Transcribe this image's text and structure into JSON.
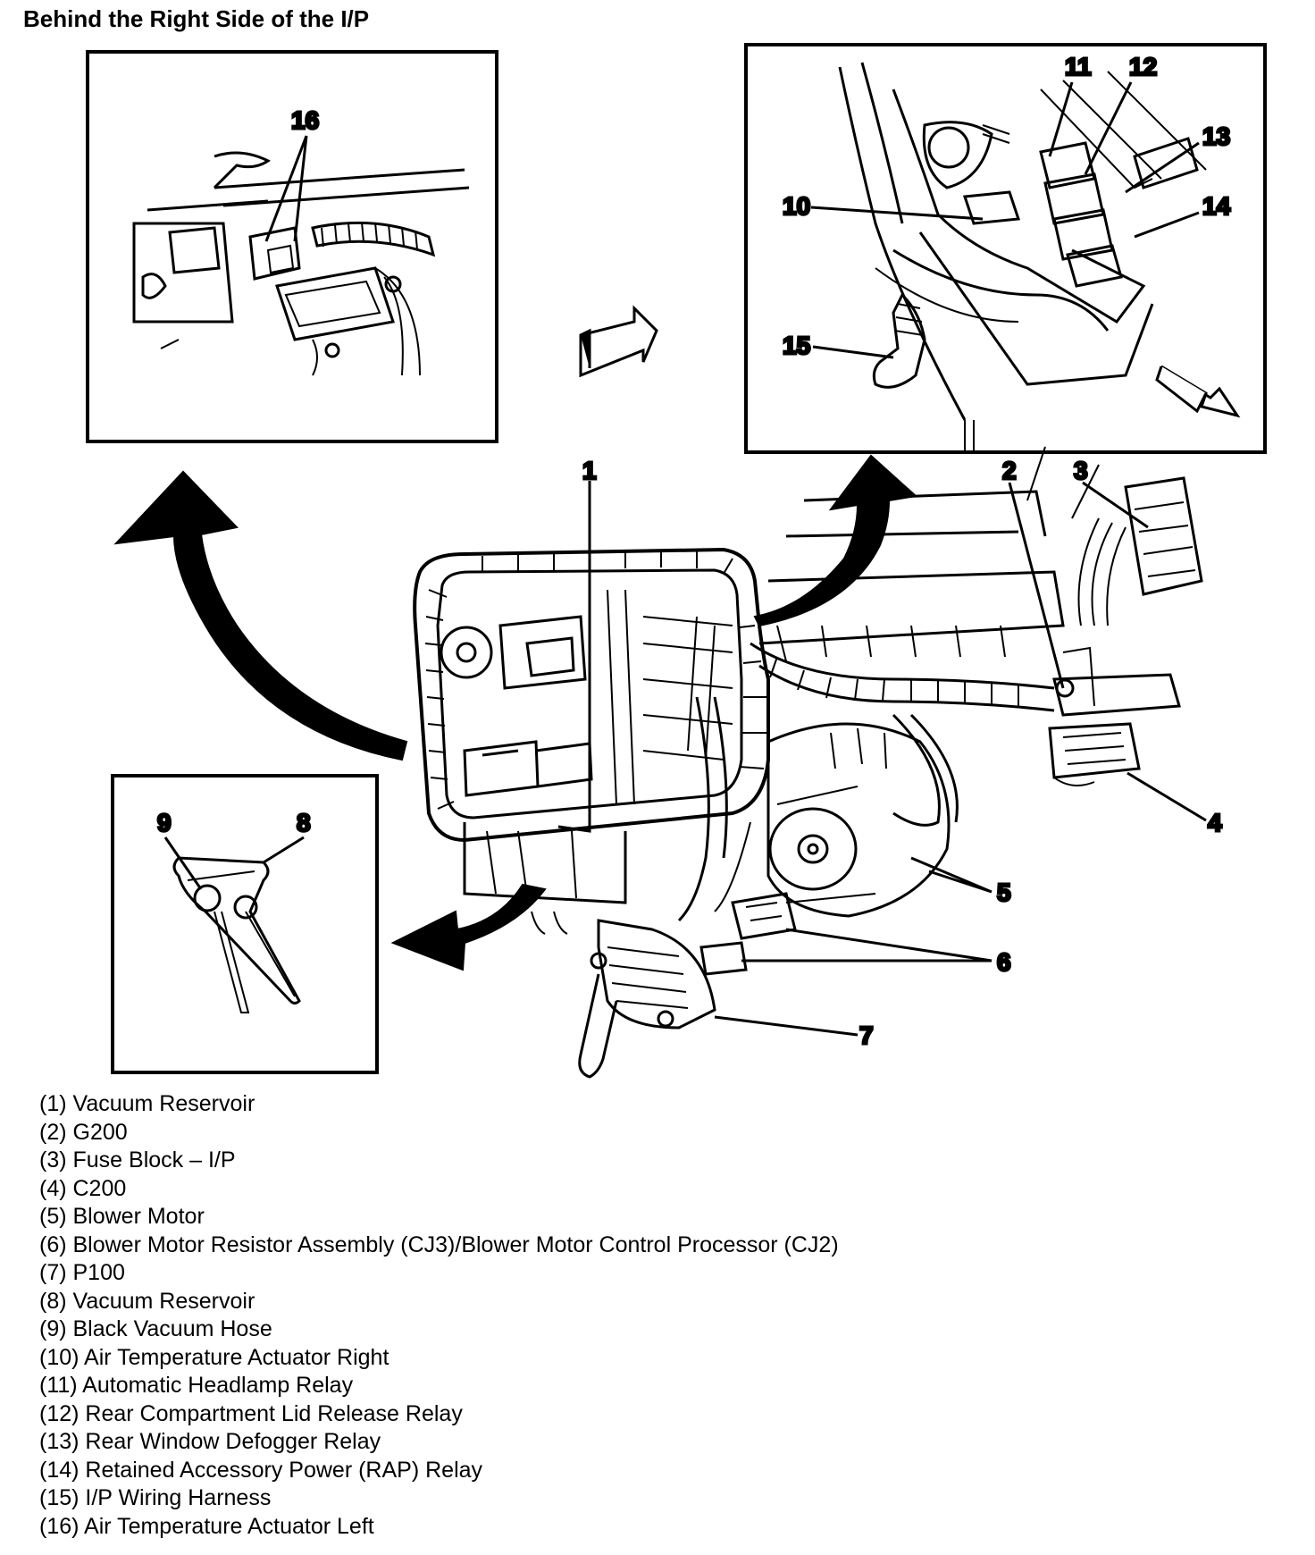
{
  "title": "Behind the Right Side of the I/P",
  "callouts": {
    "c1": "1",
    "c2": "2",
    "c3": "3",
    "c4": "4",
    "c5": "5",
    "c6": "6",
    "c7": "7",
    "c8": "8",
    "c9": "9",
    "c10": "10",
    "c11": "11",
    "c12": "12",
    "c13": "13",
    "c14": "14",
    "c15": "15",
    "c16": "16"
  },
  "legend": [
    "(1) Vacuum Reservoir",
    "(2) G200",
    "(3) Fuse Block – I/P",
    "(4) C200",
    "(5) Blower Motor",
    "(6) Blower Motor Resistor Assembly (CJ3)/Blower Motor Control Processor (CJ2)",
    "(7) P100",
    "(8) Vacuum Reservoir",
    "(9) Black Vacuum Hose",
    "(10) Air Temperature Actuator  Right",
    "(11) Automatic Headlamp Relay",
    "(12) Rear Compartment Lid Release Relay",
    "(13) Rear Window Defogger Relay",
    "(14) Retained Accessory Power (RAP) Relay",
    "(15) I/P Wiring Harness",
    "(16) Air Temperature Actuator  Left"
  ]
}
